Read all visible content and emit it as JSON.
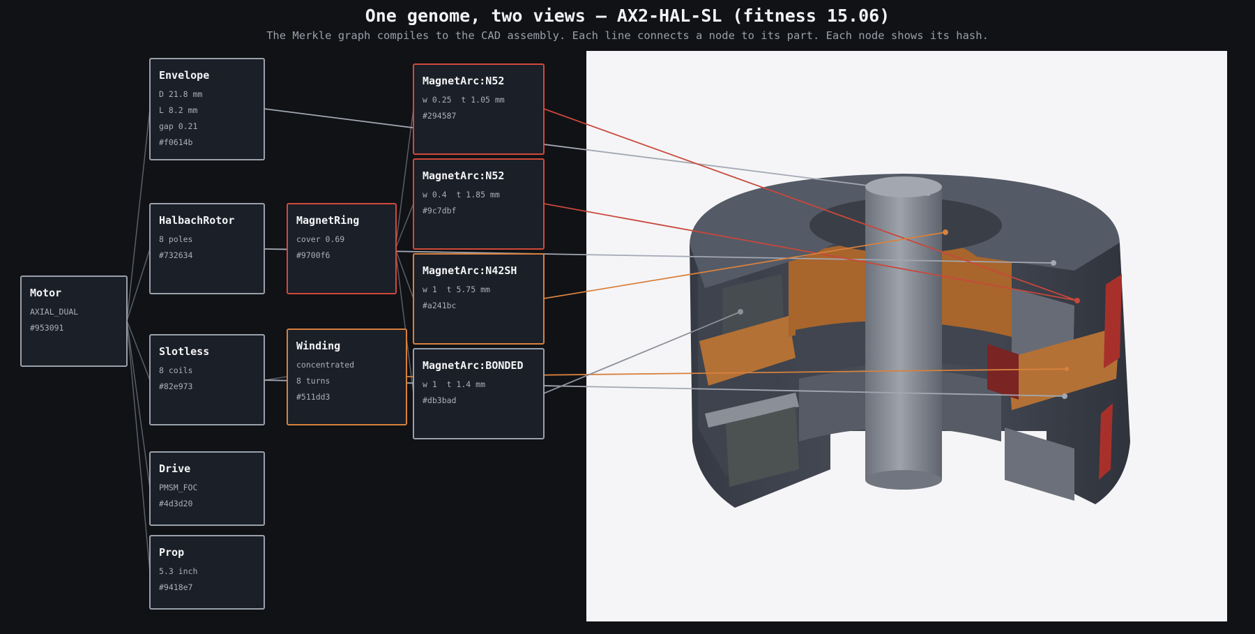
{
  "header": {
    "title": "One genome, two views — AX2-HAL-SL (fitness 15.06)",
    "subtitle": "The Merkle graph compiles to the CAD assembly. Each line connects a node to its part. Each node shows its hash."
  },
  "nodes": {
    "motor": {
      "title": "Motor",
      "lines": [
        "AXIAL_DUAL",
        "#953091"
      ]
    },
    "envelope": {
      "title": "Envelope",
      "lines": [
        "D 21.8 mm",
        "L 8.2 mm",
        "gap 0.21",
        "#f0614b"
      ]
    },
    "halbach": {
      "title": "HalbachRotor",
      "lines": [
        "8 poles",
        "#732634"
      ]
    },
    "slotless": {
      "title": "Slotless",
      "lines": [
        "8 coils",
        "#82e973"
      ]
    },
    "drive": {
      "title": "Drive",
      "lines": [
        "PMSM_FOC",
        "#4d3d20"
      ]
    },
    "prop": {
      "title": "Prop",
      "lines": [
        "5.3 inch",
        "#9418e7"
      ]
    },
    "magnetring": {
      "title": "MagnetRing",
      "lines": [
        "cover 0.69",
        "#9700f6"
      ]
    },
    "winding": {
      "title": "Winding",
      "lines": [
        "concentrated",
        "8 turns",
        "#511dd3"
      ]
    },
    "arc1": {
      "title": "MagnetArc:N52",
      "lines": [
        "w 0.25  t 1.05 mm",
        "#294587"
      ]
    },
    "arc2": {
      "title": "MagnetArc:N52",
      "lines": [
        "w 0.4  t 1.85 mm",
        "#9c7dbf"
      ]
    },
    "arc3": {
      "title": "MagnetArc:N42SH",
      "lines": [
        "w 1  t 5.75 mm",
        "#a241bc"
      ]
    },
    "arc4": {
      "title": "MagnetArc:BONDED",
      "lines": [
        "w 1  t 1.4 mm",
        "#db3bad"
      ]
    }
  },
  "colors": {
    "background": "#101216",
    "node_fill": "#1b1f27",
    "node_border_default": "#9aa1ab",
    "node_border_magnet": "#d2493c",
    "node_border_winding": "#d8813e",
    "wire_gray": "#a3a8b3",
    "wire_red": "#c9483b",
    "wire_orange": "#d8813e",
    "tree_line": "#5a5f68",
    "cad_background": "#f5f5f7",
    "steel": "#4d525d",
    "copper": "#b06a2c",
    "magnet_red": "#a8302b"
  }
}
